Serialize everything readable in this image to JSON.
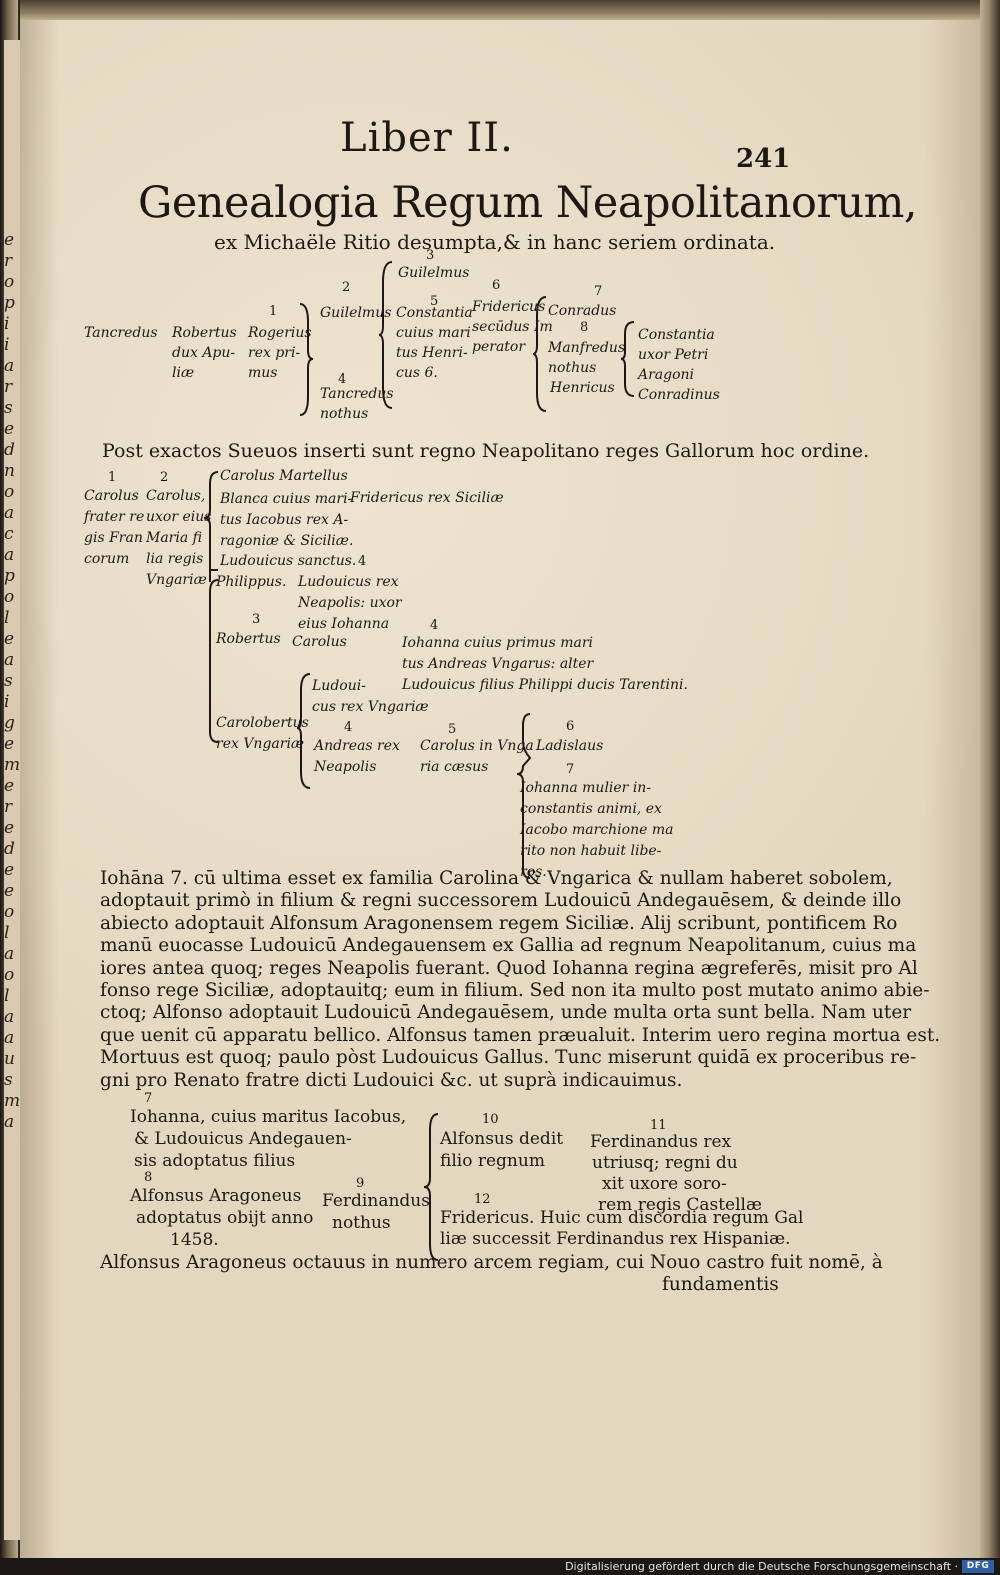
{
  "header": {
    "running_head": "Liber II.",
    "page_number": "241"
  },
  "title": {
    "main": "Genealogia Regum Neapolitanorum,",
    "sub": "ex Michaële Ritio desumpta,& in hanc seriem ordinata."
  },
  "genealogy1": {
    "n1": "1",
    "n2": "2",
    "n3": "3",
    "n4": "4",
    "n5": "5",
    "n6": "6",
    "n7": "7",
    "n8": "8",
    "tancredus": "Tancredus",
    "robertus": [
      "Robertus",
      "dux Apu-",
      "liæ"
    ],
    "rogerius": [
      "Rogerius",
      "rex pri-",
      "mus"
    ],
    "guilelmus_a": "Guilelmus",
    "guilelmus_b": "Guilelmus",
    "constantia": [
      "Constantia",
      "cuius mari",
      "tus Henri-",
      "cus 6."
    ],
    "tancredus_nothus": [
      "Tancredus",
      "nothus"
    ],
    "fridericus": [
      "Fridericus",
      "secūdus Im",
      "perator"
    ],
    "conradus": "Conradus",
    "manfredus": [
      "Manfredus",
      "nothus"
    ],
    "henricus": "Henricus",
    "constantia2": [
      "Constantia",
      "uxor Petri",
      "Aragoni"
    ],
    "conradinus": "Conradinus"
  },
  "section_heading": "Post exactos Sueuos inserti sunt regno Neapolitano reges Gallorum hoc ordine.",
  "genealogy2": {
    "n1": "1",
    "n2": "2",
    "n3": "3",
    "n4a": "4",
    "n4b": "4",
    "n4c": "4",
    "n5": "5",
    "n6": "6",
    "n7": "7",
    "carolus1": [
      "Carolus",
      "frater re",
      "gis Fran",
      "corum"
    ],
    "carolus2": [
      "Carolus,",
      "uxor eius",
      "Maria fi",
      "lia regis",
      "Vngariæ"
    ],
    "carolus_martellus": "Carolus Martellus",
    "blanca": [
      "Blanca cuius mari-",
      "tus Iacobus rex A-",
      "ragoniæ & Siciliæ."
    ],
    "fridericus_sicilia": "Fridericus rex Siciliæ",
    "ludouicus_sanctus": "Ludouicus sanctus.",
    "philippus": "Philippus.",
    "ludouicus_rex": [
      "Ludouicus rex",
      "Neapolis: uxor",
      "eius Iohanna"
    ],
    "robertus": "Robertus",
    "carolus": "Carolus",
    "iohanna": [
      "Iohanna cuius primus mari",
      "tus Andreas Vngarus: alter",
      "Ludouicus filius Philippi ducis Tarentini."
    ],
    "ludouicus_vngariae": [
      "Ludoui-",
      "cus rex Vngariæ"
    ],
    "carolobertus": [
      "Carolobertus",
      "rex Vngariæ"
    ],
    "andreas": [
      "Andreas rex",
      "Neapolis"
    ],
    "carolus_vnga": [
      "Carolus in Vnga",
      "ria cæsus"
    ],
    "ladislaus": "Ladislaus",
    "iohanna_mulier": [
      "Iohanna mulier in-",
      "constantis animi, ex",
      "Iacobo marchione ma",
      "rito non habuit libe-",
      "ros."
    ]
  },
  "paragraph": [
    "Iohāna 7. cū ultima esset ex familia Carolina & Vngarica & nullam haberet sobolem,",
    "adoptauit primò in filium & regni successorem Ludouicū Andegauēsem, & deinde illo",
    "abiecto adoptauit Alfonsum Aragonensem regem Siciliæ. Alij scribunt, pontificem Ro",
    "manū euocasse Ludouicū Andegauensem ex Gallia ad regnum Neapolitanum, cuius ma",
    "iores antea quoq; reges Neapolis fuerant. Quod Iohanna regina ægreferēs, misit pro Al",
    "fonso rege Siciliæ, adoptauitq; eum in filium. Sed non ita multo post mutato animo abie-",
    "ctoq; Alfonso adoptauit Ludouicū Andegauēsem, unde multa orta sunt bella. Nam uter",
    "que uenit cū apparatu bellico. Alfonsus tamen præualuit. Interim uero regina mortua est.",
    "Mortuus est quoq; paulo pòst Ludouicus Gallus. Tunc miserunt quidā ex proceribus re-",
    "gni pro Renato fratre dicti Ludouici &c. ut suprà indicauimus."
  ],
  "genealogy3": {
    "n7": "7",
    "n8": "8",
    "n9": "9",
    "n10": "10",
    "n11": "11",
    "n12": "12",
    "iohanna": [
      "Iohanna, cuius maritus Iacobus,",
      "& Ludouicus Andegauen-",
      "sis adoptatus filius"
    ],
    "alfonsus": [
      "Alfonsus Aragoneus",
      "adoptatus obijt anno",
      "1458."
    ],
    "ferdinandus_nothus": [
      "Ferdinandus",
      "nothus"
    ],
    "alfonsus_dedit": [
      "Alfonsus dedit",
      "filio regnum"
    ],
    "ferdinandus_rex": [
      "Ferdinandus rex",
      "utriusq; regni du",
      "xit uxore soro-",
      "rem regis Castellæ"
    ],
    "fridericus": [
      "Fridericus. Huic cum discordia regum Gal",
      "liæ successit Ferdinandus rex Hispaniæ."
    ]
  },
  "closing": [
    "Alfonsus Aragoneus octauus in numero arcem regiam, cui Nouo castro fuit nomē, à",
    "fundamentis"
  ],
  "left_margin_glyphs": [
    "e",
    "r",
    "o",
    "p",
    "i",
    "i",
    "a",
    "r",
    "s",
    "e",
    "d",
    "n",
    "o",
    "a",
    "c",
    "a",
    "p",
    "o",
    "l",
    "e",
    "a",
    "s",
    "i",
    "g",
    "e",
    "m",
    "e",
    "r",
    "e",
    "d",
    "e",
    "e",
    "o",
    "l",
    "a",
    "o",
    "l",
    "a",
    "a",
    "u",
    "s",
    "m",
    "a"
  ],
  "footer": {
    "text": "Digitalisierung gefördert durch die Deutsche Forschungsgemeinschaft ·",
    "badge": "DFG"
  }
}
